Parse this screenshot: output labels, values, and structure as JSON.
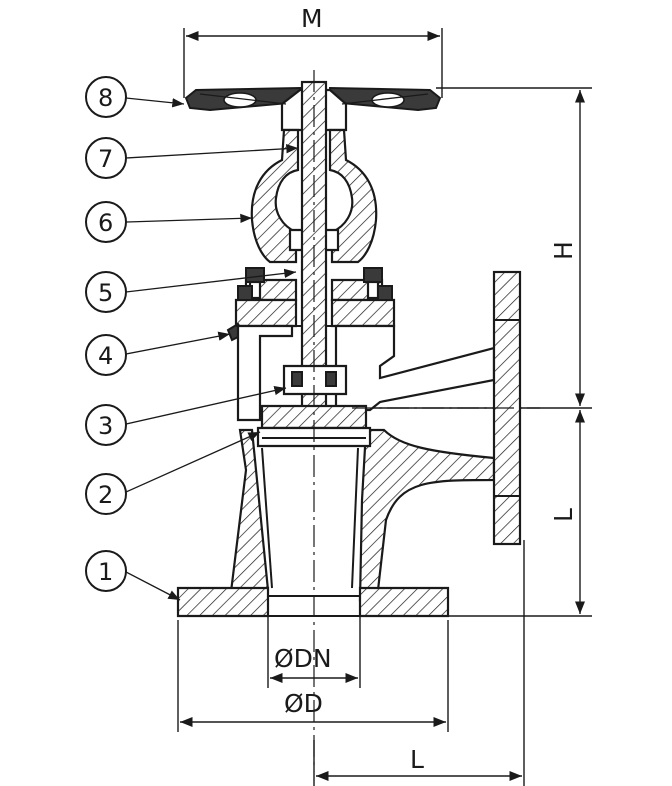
{
  "dimensions": {
    "m_label": "M",
    "h_label": "H",
    "l_vertical_label": "L",
    "l_horizontal_label": "L",
    "dn_label": "ØDN",
    "d_label": "ØD"
  },
  "callouts": [
    {
      "number": "8"
    },
    {
      "number": "7"
    },
    {
      "number": "6"
    },
    {
      "number": "5"
    },
    {
      "number": "4"
    },
    {
      "number": "3"
    },
    {
      "number": "2"
    },
    {
      "number": "1"
    }
  ]
}
